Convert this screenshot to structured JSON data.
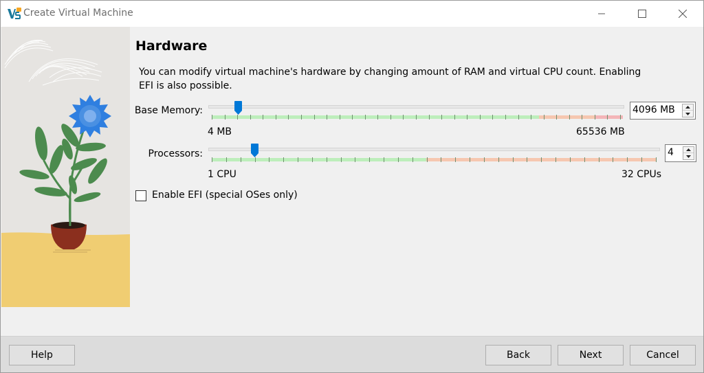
{
  "window": {
    "title": "Create Virtual Machine",
    "app_icon": "virtualbox-logo-icon",
    "controls": [
      "minimize-icon",
      "maximize-icon",
      "close-icon"
    ]
  },
  "illustration": {
    "description": "potted plant with blue flower",
    "colors": {
      "background": "#e6e4e1",
      "table": "#f0cd72",
      "flower": "#2f7fe0",
      "leaves": "#4c8b4e",
      "pot": "#8b2f1e"
    }
  },
  "page": {
    "title": "Hardware",
    "description": "You can modify virtual machine's hardware by changing amount of RAM and virtual CPU count. Enabling EFI is also possible."
  },
  "memory": {
    "label": "Base Memory:",
    "value_text": "4096 MB",
    "value": 4096,
    "unit": "MB",
    "min_label": "4 MB",
    "max_label": "65536 MB",
    "min": 4,
    "max": 65536,
    "tick_count": 33,
    "thumb_tick_index": 2,
    "zones": {
      "green_end_fraction": 0.8,
      "orange_end_fraction": 0.94
    }
  },
  "processors": {
    "label": "Processors:",
    "value_text": "4",
    "value": 4,
    "min_label": "1 CPU",
    "max_label": "32 CPUs",
    "min": 1,
    "max": 32,
    "tick_count": 32,
    "zones": {
      "green_end_fraction": 0.484
    }
  },
  "efi": {
    "label": "Enable EFI (special OSes only)",
    "checked": false
  },
  "buttons": {
    "help": "Help",
    "back": "Back",
    "next": "Next",
    "cancel": "Cancel"
  },
  "colors": {
    "accent": "#0078d7",
    "zone_green": "#bdeebb",
    "zone_orange": "#f6c7b0",
    "zone_red": "#f4b5b8"
  }
}
